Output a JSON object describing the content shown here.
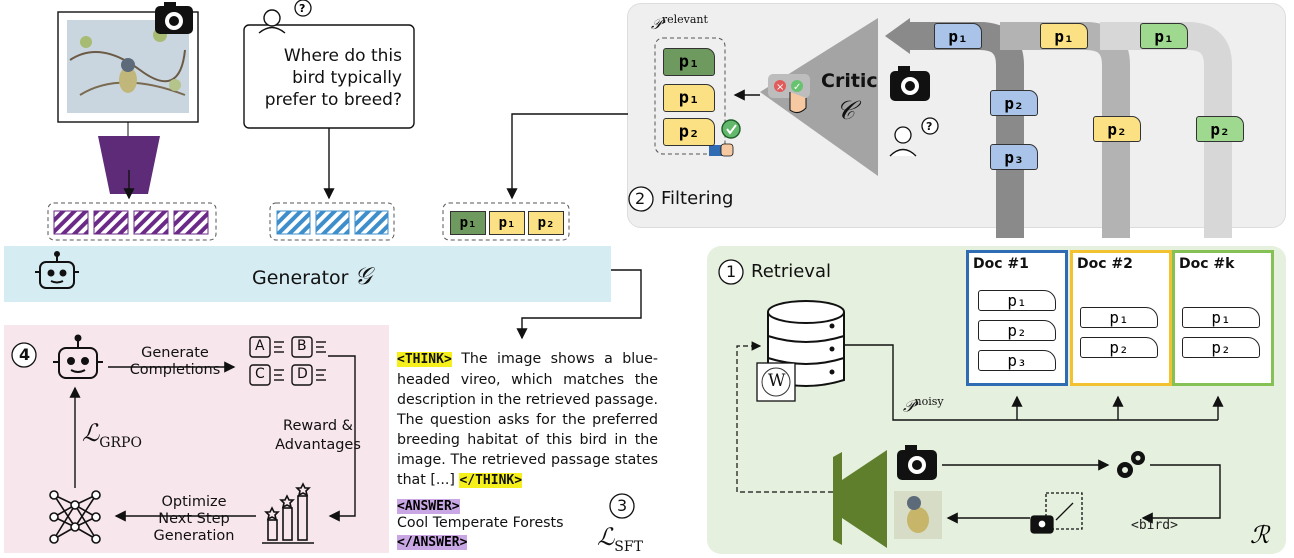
{
  "question": {
    "text": "Where do this bird typically prefer to breed?"
  },
  "generator": {
    "label": "Generator",
    "symbol": "𝒢"
  },
  "filtering": {
    "step": "2",
    "label": "Filtering",
    "critic_label": "Critic",
    "critic_symbol": "𝒞",
    "p_relevant": "𝒫",
    "p_relevant_sup": "relevant"
  },
  "retrieval": {
    "step": "1",
    "label": "Retrieval",
    "p_noisy": "𝒫",
    "p_noisy_sup": "noisy",
    "bird_tag": "<bird>",
    "r_symbol": "ℛ",
    "wiki_letter": "W"
  },
  "docs": [
    {
      "title": "Doc #1",
      "passages": [
        "p1",
        "p2",
        "p3"
      ],
      "color": "#2f6cb4"
    },
    {
      "title": "Doc #2",
      "passages": [
        "p1",
        "p2"
      ],
      "color": "#f2c230"
    },
    {
      "title": "Doc #k",
      "passages": [
        "p1",
        "p2"
      ],
      "color": "#85c154"
    }
  ],
  "passage_tags": {
    "p1": "p₁",
    "p2": "p₂",
    "p3": "p₃"
  },
  "grpo": {
    "step": "4",
    "generate": "Generate Completions",
    "reward": "Reward & Advantages",
    "optimize": "Optimize Next Step Generation",
    "loss": "ℒ",
    "loss_sub": "GRPO",
    "choices": [
      "A",
      "B",
      "C",
      "D"
    ]
  },
  "sft": {
    "step": "3",
    "think_open": "<THINK>",
    "think_text": "The image shows a blue-headed vireo, which matches the description in the retrieved passage. The question asks for the preferred breeding habitat of this bird in the image. The retrieved passage states that [...]",
    "think_close": "</THINK>",
    "answer_open": "<ANSWER>",
    "answer_text": "Cool Temperate Forests",
    "answer_close": "</ANSWER>",
    "loss": "ℒ",
    "loss_sub": "SFT"
  },
  "colors": {
    "doc1": "#2f6cb4",
    "doc2": "#f2c230",
    "docK": "#85c154",
    "p_green": "#6f9a5f",
    "p_yellow": "#fbe184",
    "p_blue": "#a9c4e8",
    "p_lightgreen": "#9fd88f",
    "generator_bg": "#d6ecf3",
    "filtering_bg": "#efefef",
    "retrieval_bg": "#e5f0de",
    "grpo_bg": "#f8e6ed",
    "encoder": "#5e2b78",
    "retriever_encoder": "#5f7f2c"
  }
}
